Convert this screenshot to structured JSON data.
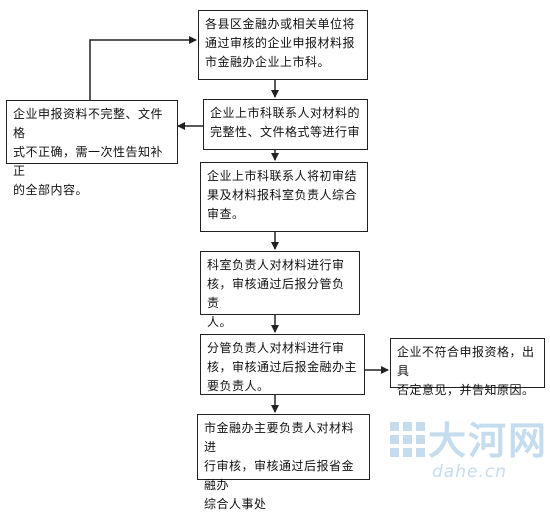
{
  "steps": {
    "submit": "各县区金融办或相关单位将\n通过审核的企业申报材料报\n市金融办企业上市科。",
    "check_format": "企业上市科联系人对材料的\n完整性、文件格式等进行审",
    "incomplete_notice": "企业申报资料不完整、文件格\n式不正确，需一次性告知补正\n的全部内容。",
    "initial_review": "企业上市科联系人将初审结\n果及材料报科室负责人综合\n审查。",
    "section_head_review": "科室负责人对材料进行审\n核，审核通过后报分管负责\n人。",
    "deputy_review": "分管负责人对材料进行审\n核，审核通过后报金融办主\n要负责人。",
    "reject_notice": "企业不符合申报资格，出具\n否定意见，并告知原因。",
    "director_review": "市金融办主要负责人对材料进\n行审核，审核通过后报省金融办\n综合人事处"
  },
  "watermark": {
    "text": "大河网",
    "domain": "dahe.cn"
  },
  "colors": {
    "line": "#222222",
    "watermark": "#c4dcee"
  }
}
